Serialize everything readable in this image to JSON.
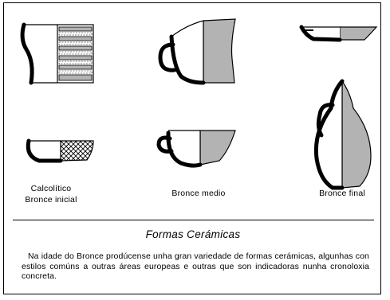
{
  "figure": {
    "labels": {
      "calcolitico": [
        "Calcolítico",
        "Bronce inicial"
      ],
      "bronce_medio": "Bronce medio",
      "bronce_final": "Bronce final"
    },
    "colors": {
      "fill_gray": "#b3b3b3",
      "stroke": "#000000"
    }
  },
  "caption": {
    "title": "Formas Cerámicas",
    "body": "Na idade do Bronce prodúcense unha gran variedade de formas cerámicas, algunhas con estilos comúns a outras áreas europeas e outras que son indicadoras nunha cronoloxia concreta."
  }
}
